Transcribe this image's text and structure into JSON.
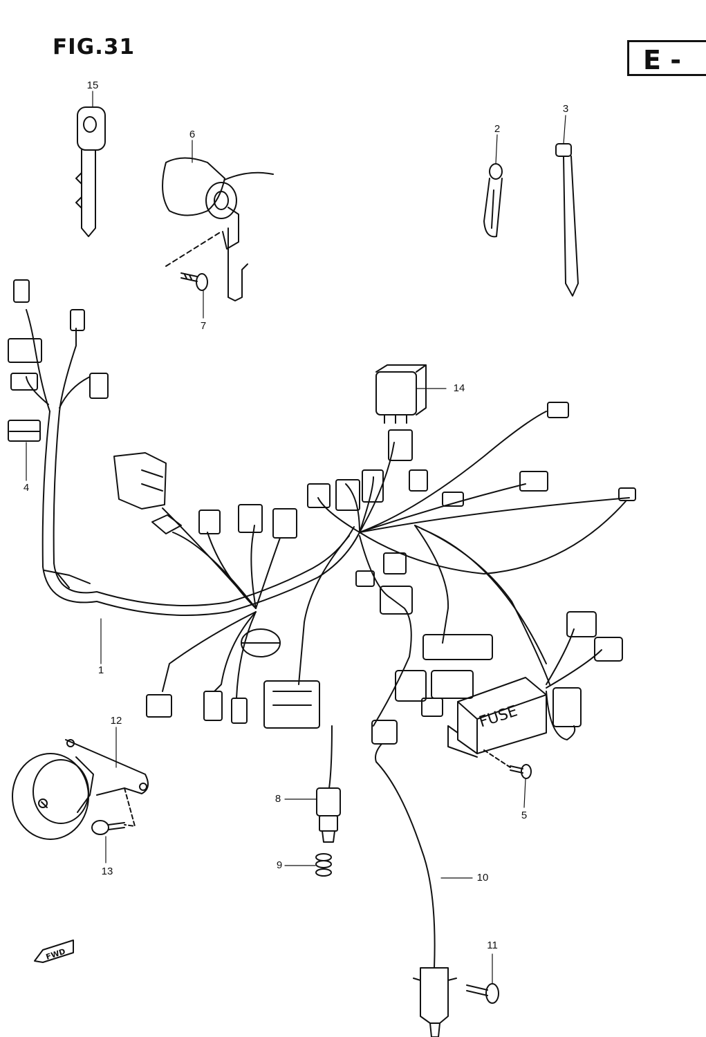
{
  "figure": {
    "title": "FIG.31",
    "section": "E -"
  },
  "fuse_label": "FUSE",
  "fwd_label": "FWD",
  "callouts": [
    "15",
    "6",
    "2",
    "3",
    "7",
    "4",
    "14",
    "1",
    "12",
    "13",
    "8",
    "9",
    "10",
    "5",
    "11"
  ]
}
